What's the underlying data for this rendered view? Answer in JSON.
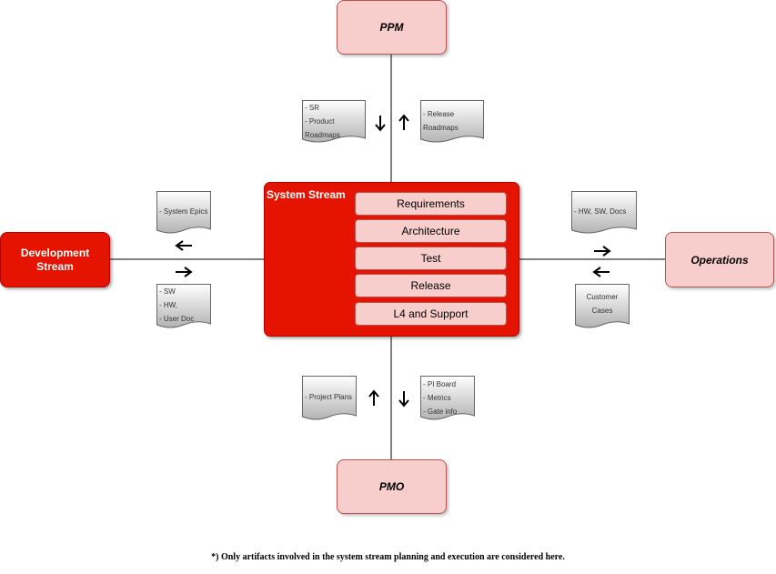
{
  "colors": {
    "red_fill": "#e51400",
    "red_border": "#b20000",
    "pink_fill": "#f8cecc",
    "pink_border": "#b85450",
    "doc_fill_top": "#ffffff",
    "doc_fill_bottom": "#b3b3b3"
  },
  "nodes": {
    "ppm": "PPM",
    "pmo": "PMO",
    "operations": "Operations",
    "development_line1": "Development",
    "development_line2": "Stream"
  },
  "system": {
    "title": "System Stream",
    "items": [
      "Requirements",
      "Architecture",
      "Test",
      "Release",
      "L4 and Support"
    ]
  },
  "artifacts": {
    "ppm_down": [
      "- SR",
      "- Product",
      "Roadmaps"
    ],
    "ppm_up": [
      "- Release",
      "Roadmaps"
    ],
    "dev_in": [
      "- System Epics"
    ],
    "dev_out": [
      "- SW",
      "- HW,",
      "- User Doc"
    ],
    "ops_out": [
      "- HW, SW, Docs"
    ],
    "ops_in": [
      "Customer",
      "Cases"
    ],
    "pmo_up": [
      "- Project Plans"
    ],
    "pmo_down": [
      "- PI Board",
      "- Metrics",
      "- Gate info"
    ]
  },
  "footnote": "*) Only artifacts involved in the system stream planning and execution are considered here."
}
